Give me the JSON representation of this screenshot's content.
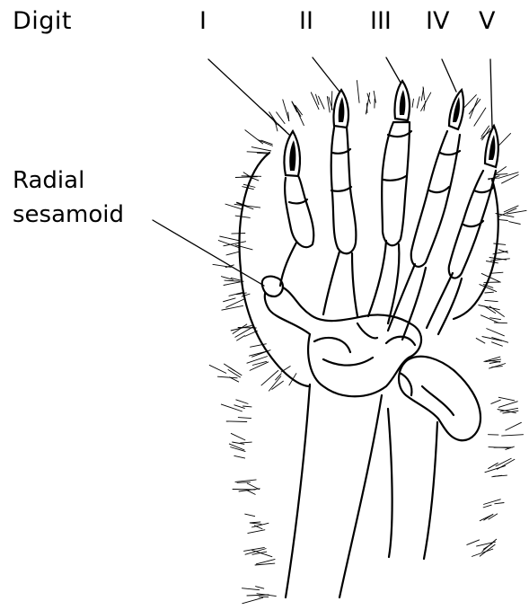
{
  "labels": {
    "digit": "Digit",
    "digit_numerals": [
      "I",
      "II",
      "III",
      "IV",
      "V"
    ],
    "radial_line1": "Radial",
    "radial_line2": "sesamoid"
  },
  "colors": {
    "ink": "#000000",
    "background": "#ffffff"
  }
}
